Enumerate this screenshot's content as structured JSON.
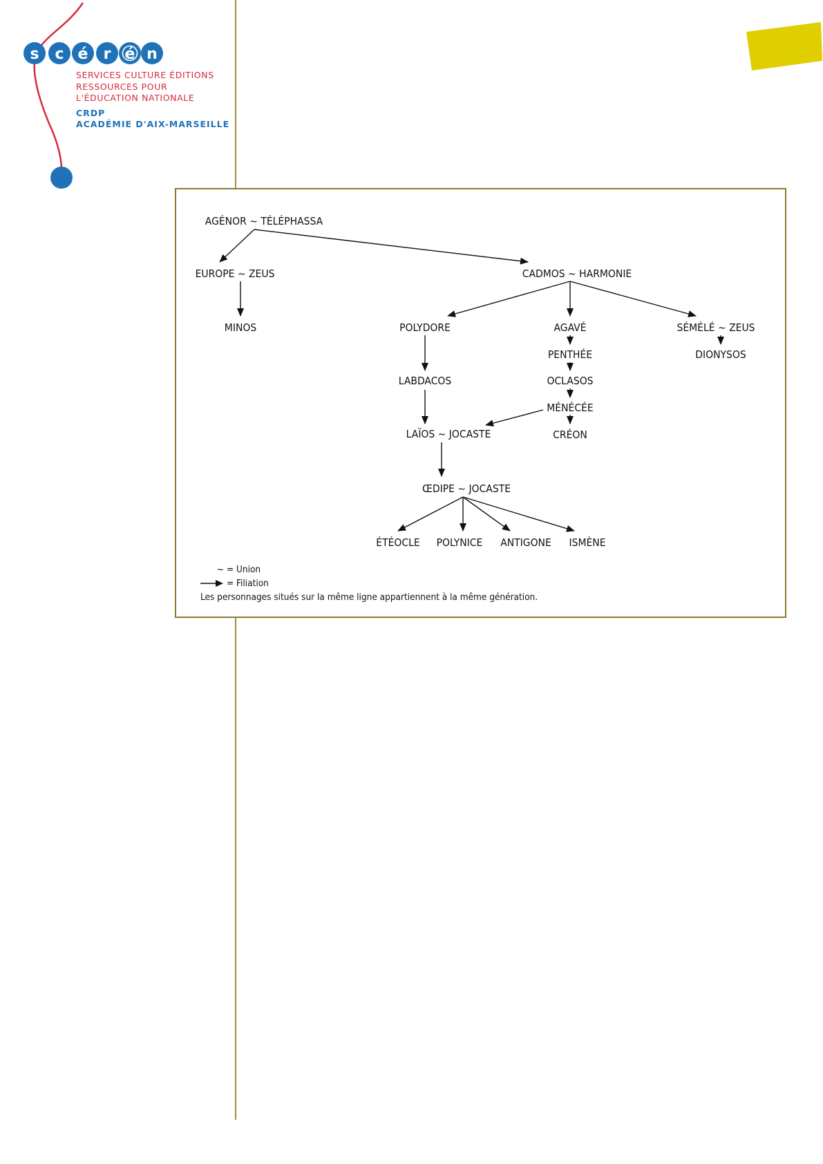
{
  "logo": {
    "wordmark": "scérén",
    "lines_red": [
      "SERVICES CULTURE ÉDITIONS",
      "RESSOURCES POUR",
      "L'ÉDUCATION NATIONALE"
    ],
    "lines_blue": [
      "CRDP",
      "ACADÉMIE D'AIX-MARSEILLE"
    ],
    "colors": {
      "blue": "#1f72b8",
      "red": "#d62a3a"
    }
  },
  "accent_colors": {
    "yellow_tab": "#e0cf00",
    "rule": "#a4893a",
    "frame": "#8a7a2e"
  },
  "genealogy": {
    "nodes": [
      {
        "id": "agenor",
        "label": "AGÉNOR ~ TÉLÉPHASSA",
        "generation": 0
      },
      {
        "id": "europe",
        "label": "EUROPE ~ ZEUS",
        "generation": 1
      },
      {
        "id": "cadmos",
        "label": "CADMOS ~ HARMONIE",
        "generation": 1
      },
      {
        "id": "minos",
        "label": "MINOS",
        "generation": 2
      },
      {
        "id": "polydore",
        "label": "POLYDORE",
        "generation": 2
      },
      {
        "id": "agave",
        "label": "AGAVÉ",
        "generation": 2
      },
      {
        "id": "semele",
        "label": "SÉMÉLÉ ~ ZEUS",
        "generation": 2
      },
      {
        "id": "penthee",
        "label": "PENTHÉE",
        "generation": 3
      },
      {
        "id": "dionysos",
        "label": "DIONYSOS",
        "generation": 3
      },
      {
        "id": "labdacos",
        "label": "LABDACOS",
        "generation": 3
      },
      {
        "id": "oclasos",
        "label": "OCLASOS",
        "generation": 4
      },
      {
        "id": "menecee",
        "label": "MÉNÉCÉE",
        "generation": 5
      },
      {
        "id": "laios",
        "label": "LAÏOS ~ JOCASTE",
        "generation": 4
      },
      {
        "id": "creon",
        "label": "CRÉON",
        "generation": 6
      },
      {
        "id": "oedipe",
        "label": "ŒDIPE ~ JOCASTE",
        "generation": 5
      },
      {
        "id": "eteocle",
        "label": "ÉTÉOCLE",
        "generation": 6
      },
      {
        "id": "polynice",
        "label": "POLYNICE",
        "generation": 6
      },
      {
        "id": "antigone",
        "label": "ANTIGONE",
        "generation": 6
      },
      {
        "id": "ismene",
        "label": "ISMÈNE",
        "generation": 6
      }
    ],
    "edges": [
      {
        "from": "agenor",
        "to": "europe"
      },
      {
        "from": "agenor",
        "to": "cadmos"
      },
      {
        "from": "europe",
        "to": "minos"
      },
      {
        "from": "cadmos",
        "to": "polydore"
      },
      {
        "from": "cadmos",
        "to": "agave"
      },
      {
        "from": "cadmos",
        "to": "semele"
      },
      {
        "from": "semele",
        "to": "dionysos"
      },
      {
        "from": "agave",
        "to": "penthee"
      },
      {
        "from": "penthee",
        "to": "oclasos"
      },
      {
        "from": "oclasos",
        "to": "menecee"
      },
      {
        "from": "menecee",
        "to": "creon"
      },
      {
        "from": "menecee",
        "to": "laios"
      },
      {
        "from": "polydore",
        "to": "labdacos"
      },
      {
        "from": "labdacos",
        "to": "laios"
      },
      {
        "from": "laios",
        "to": "oedipe"
      },
      {
        "from": "oedipe",
        "to": "eteocle"
      },
      {
        "from": "oedipe",
        "to": "polynice"
      },
      {
        "from": "oedipe",
        "to": "antigone"
      },
      {
        "from": "oedipe",
        "to": "ismene"
      }
    ]
  },
  "legend": {
    "union_symbol": "~",
    "union_label": "= Union",
    "filiation_label": "= Filiation",
    "note": "Les personnages situés sur la même ligne appartiennent à la même génération."
  }
}
